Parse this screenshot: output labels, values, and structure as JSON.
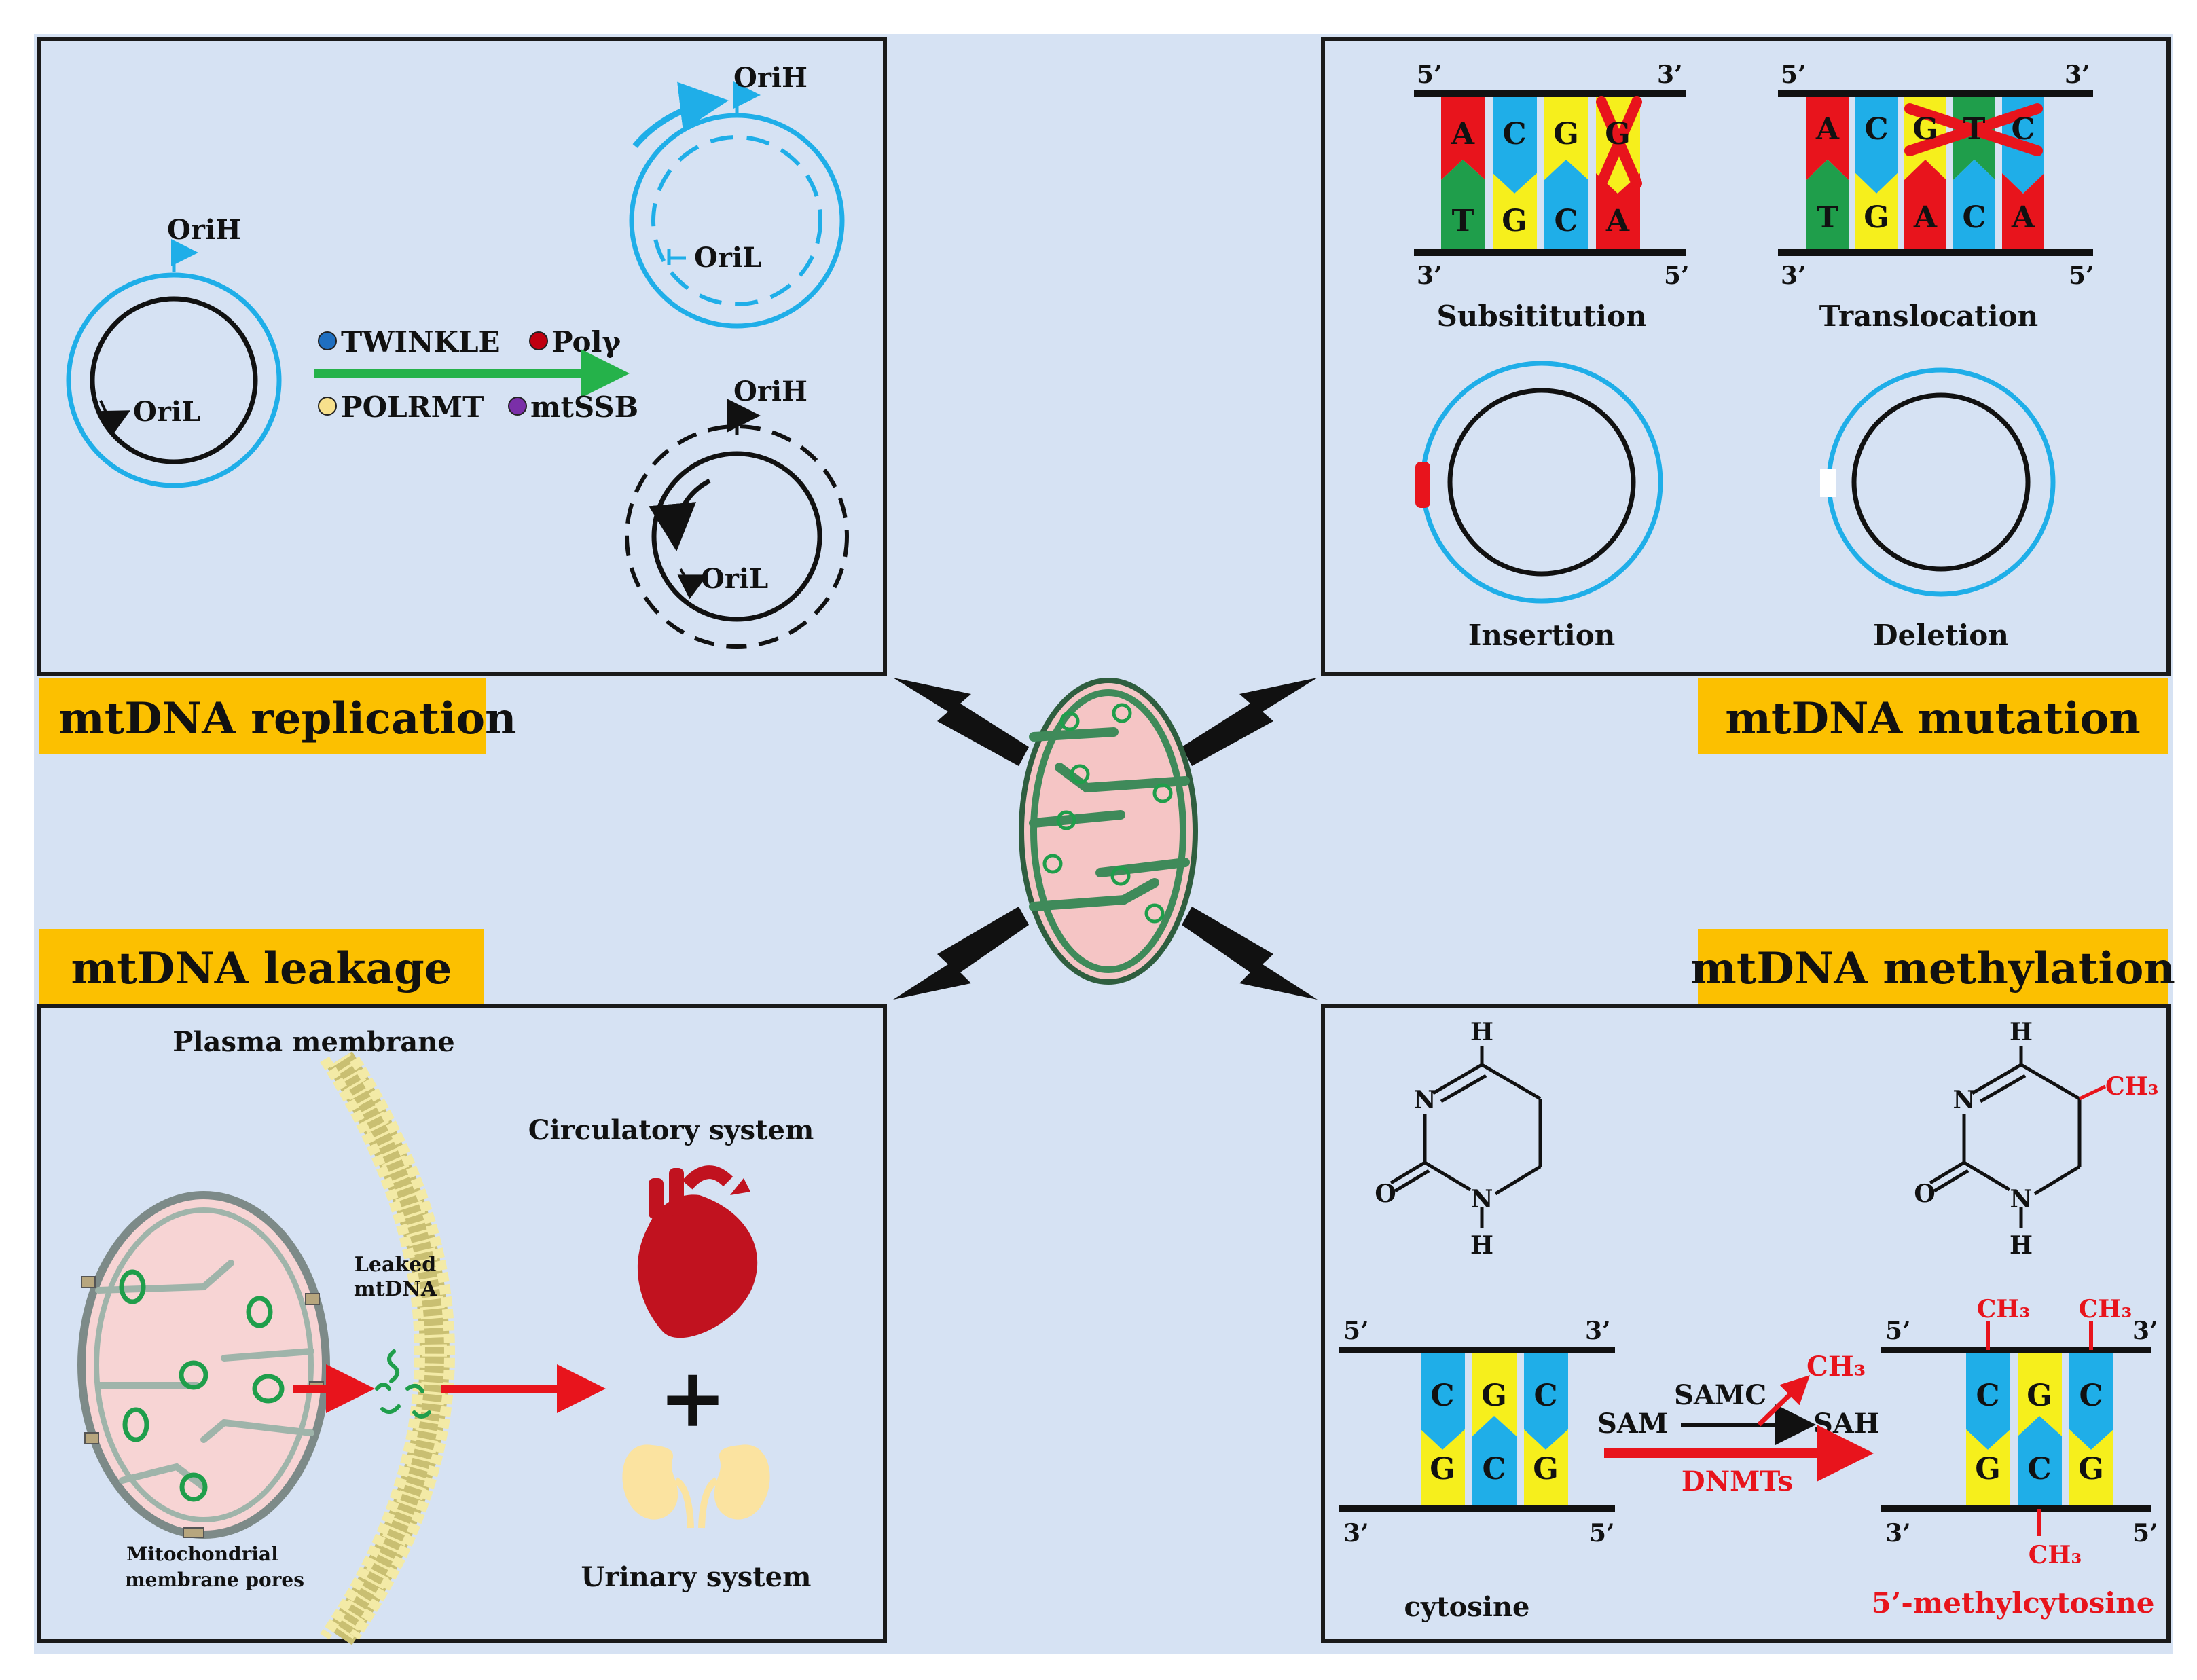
{
  "colors": {
    "background": "#d6e2f3",
    "panel_border": "#1a1a1a",
    "title_bar": "#fcc000",
    "blue": "#1faee8",
    "red": "#e8141c",
    "green": "#1f9e4b",
    "yellow": "#f6ef1c",
    "arrow_green": "#25b24a",
    "mito_fill": "#f5c5c5",
    "mito_edge": "#3f8a5a"
  },
  "titles": {
    "replication": "mtDNA replication",
    "mutation": "mtDNA mutation",
    "leakage": "mtDNA leakage",
    "methylation": "mtDNA methylation"
  },
  "replication": {
    "left_circle": {
      "origin_h": "OriH",
      "origin_l": "OriL"
    },
    "factors": [
      {
        "name": "TWINKLE",
        "color": "#1f6fc0"
      },
      {
        "name": "Polγ",
        "color": "#c00010"
      },
      {
        "name": "POLRMT",
        "color": "#f7e08c"
      },
      {
        "name": "mtSSB",
        "color": "#7a2fa8"
      }
    ],
    "top_right_circle": {
      "origin_h": "OriH",
      "origin_l": "OriL"
    },
    "bottom_right_circle": {
      "origin_h": "OriH",
      "origin_l": "OriL"
    }
  },
  "mutation": {
    "substitution": {
      "top_5": "5’",
      "top_3": "3’",
      "bottom_3": "3’",
      "bottom_5": "5’",
      "top_bases": [
        "A",
        "C",
        "G",
        "G"
      ],
      "bottom_bases": [
        "T",
        "G",
        "C",
        "A"
      ],
      "label": "Subsititution"
    },
    "translocation": {
      "top_5": "5’",
      "top_3": "3’",
      "bottom_3": "3’",
      "bottom_5": "5’",
      "top_bases": [
        "A",
        "C",
        "G",
        "T",
        "C"
      ],
      "bottom_bases": [
        "T",
        "G",
        "A",
        "C",
        "A"
      ],
      "label": "Translocation"
    },
    "insertion_label": "Insertion",
    "deletion_label": "Deletion"
  },
  "leakage": {
    "plasma_membrane": "Plasma membrane",
    "leaked_line1": "Leaked",
    "leaked_line2": "mtDNA",
    "pores_line1": "Mitochondrial",
    "pores_line2": "membrane pores",
    "circulatory": "Circulatory  system",
    "plus": "+",
    "urinary": "Urinary  system"
  },
  "methylation": {
    "cytosine_struct": {
      "h_top": "H",
      "n_ring": "N",
      "o": "O",
      "n_bottom": "N",
      "h_bottom": "H"
    },
    "methyl_struct": {
      "h_top": "H",
      "n_ring": "N",
      "o": "O",
      "n_bottom": "N",
      "h_bottom": "H",
      "ch3": "CH₃"
    },
    "left_dna": {
      "top_5": "5’",
      "top_3": "3’",
      "bottom_3": "3’",
      "bottom_5": "5’",
      "top_bases": [
        "C",
        "G",
        "C"
      ],
      "bottom_bases": [
        "G",
        "C",
        "G"
      ]
    },
    "right_dna": {
      "top_5": "5’",
      "top_3": "3’",
      "bottom_3": "3’",
      "bottom_5": "5’",
      "top_bases": [
        "C",
        "G",
        "C"
      ],
      "bottom_bases": [
        "G",
        "C",
        "G"
      ],
      "ch3_top_1": "CH₃",
      "ch3_top_2": "CH₃",
      "ch3_bottom": "CH₃"
    },
    "sam": "SAM",
    "samc": "SAMC",
    "ch3_released": "CH₃",
    "sah": "SAH",
    "dnmts": "DNMTs",
    "cytosine_label": "cytosine",
    "methyl_label": "5’-methylcytosine"
  }
}
